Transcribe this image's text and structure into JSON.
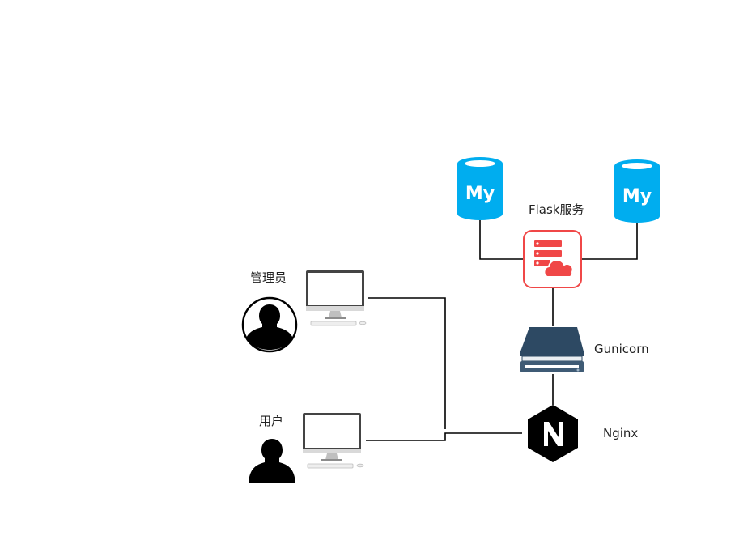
{
  "labels": {
    "admin": "管理员",
    "user": "用户",
    "flask": "Flask服务",
    "gunicorn": "Gunicorn",
    "nginx": "Nginx",
    "mysql_text": "My"
  },
  "colors": {
    "line": "#000000",
    "mysql": "#00adef",
    "flask_red": "#f04747",
    "gunicorn_navy": "#2d4963",
    "nginx_black": "#000000",
    "monitor_frame": "#444444",
    "person": "#000000"
  },
  "icons": {
    "mysql": "database-mysql-icon",
    "flask": "server-cloud-icon",
    "gunicorn": "scanner-icon",
    "nginx": "nginx-hexagon-icon",
    "monitor": "desktop-monitor-icon",
    "person": "person-silhouette-icon"
  }
}
